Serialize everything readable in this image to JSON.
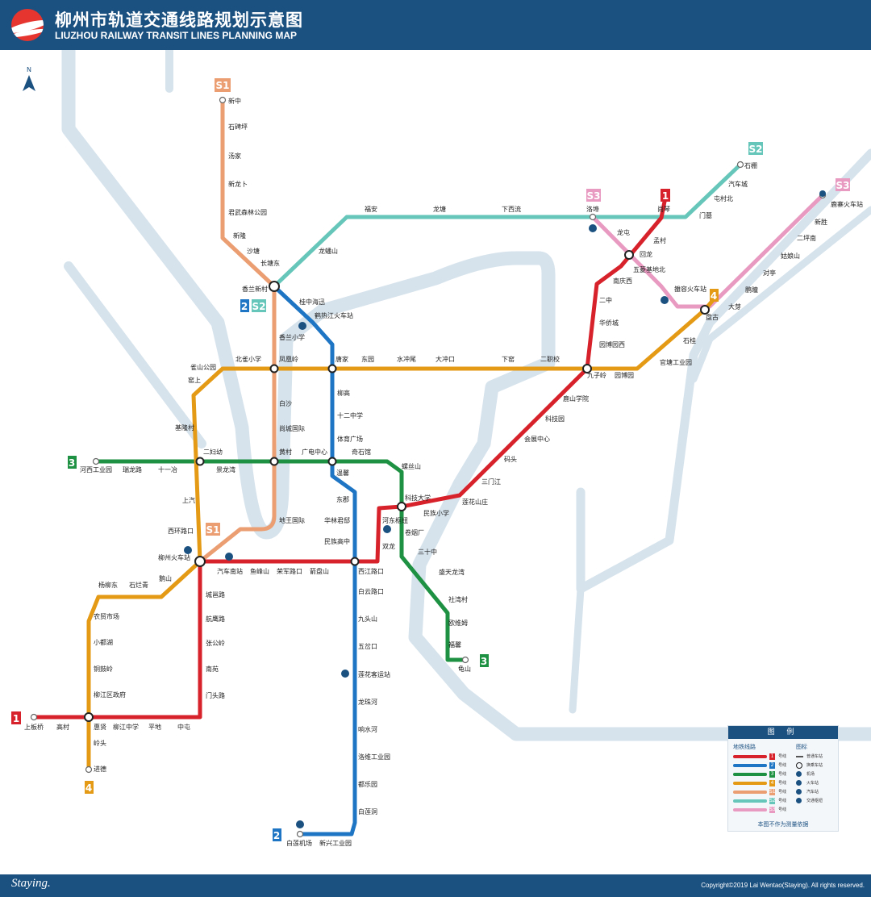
{
  "header": {
    "title_zh": "柳州市轨道交通线路规划示意图",
    "title_en": "LIUZHOU RAILWAY TRANSIT LINES PLANNING MAP"
  },
  "footer": {
    "signature": "Staying.",
    "copyright": "Copyright©2019 Lai Wentao(Staying). All rights reserved."
  },
  "north_label": "N",
  "colors": {
    "header_bg": "#1b5181",
    "river": "#d6e3ec",
    "line1": "#d8222b",
    "line2": "#1d75c3",
    "line3": "#1e9142",
    "line4": "#e49a15",
    "lineS1": "#eb9e72",
    "lineS2": "#66c6b9",
    "lineS3": "#e99ac1"
  },
  "line_badges": {
    "l1": "1",
    "l2": "2",
    "l3": "3",
    "l4": "4",
    "s1": "S1",
    "s2": "S2",
    "s3": "S3"
  },
  "stations": {
    "xinzhong": "新中",
    "shibeiping": "石碑坪",
    "tangjia": "汤家",
    "xinlongbu": "新龙卜",
    "junwu": "君武森林公园",
    "xinlong": "新隆",
    "shatang": "沙塘",
    "changtangdong": "长塘东",
    "xianglan": "香兰新村",
    "guizhong": "桂中海迅",
    "hechizhan": "鹤热江火车站",
    "xianglanxx": "香兰小学",
    "fuan": "福安",
    "longtang": "龙塘",
    "xiaxiliu": "下西流",
    "luobu": "洛埠",
    "shangqin": "尚琴",
    "shipeng": "石棚",
    "qichecheng": "汽车城",
    "tuncunbei": "屯村北",
    "menmu": "门墓",
    "longpanshan": "龙蟠山",
    "longtun": "龙屯",
    "mengcun": "孟村",
    "huilong": "回龙",
    "wujiangjd": "五菱基地北",
    "luzhaizhan": "鹿寨火车站",
    "xinsheng": "新胜",
    "erpingnan": "二坪南",
    "guniangshan": "姑娘山",
    "duiting": "对亭",
    "pengmeng": "鹏瞳",
    "dayu": "大芽",
    "yongrongzhan": "雒容火车站",
    "pangu": "盘古",
    "shigui": "石桂",
    "nanqingxi": "南庆西",
    "erzhong": "二中",
    "huaqiaocheng": "华侨城",
    "yuanboyuan": "园博园西",
    "queshan": "雀山公园",
    "beiquexx": "北雀小学",
    "fenghuangling": "凤凰岭",
    "tangjia2": "唐家",
    "dongyuan": "东园",
    "shuichongwei": "水冲尾",
    "dachongkou": "大冲口",
    "xiayao": "下窑",
    "erzhixiao": "二职校",
    "jiuziling": "九子岭",
    "yuanbo": "园博园",
    "guandu": "官塘工业园",
    "shangjie": "窑上",
    "jilongcun": "基隆村",
    "baisha": "白沙",
    "shangcheng": "尚城国际",
    "liugao": "柳高",
    "shierzhong": "十二中学",
    "tiyuguangchang": "体育广场",
    "luxueyuan": "鹿山学院",
    "kejiyuan": "科技园",
    "huizhan": "会展中心",
    "matou": "码头",
    "sanmenjiang": "三门江",
    "lianhuashan": "莲花山庄",
    "hexigy": "河西工业园",
    "ruilong": "瑞龙路",
    "shiyizhi": "十一冶",
    "erfuyou": "二妇幼",
    "jinglongwan": "景龙湾",
    "huangcun": "黄村",
    "guangdian": "广电中心",
    "qishiguan": "奇石馆",
    "luosishan": "螺丝山",
    "wenxin": "温馨",
    "dongdu": "东郡",
    "hualinjunyuan": "华林君邸",
    "minzugaozhong": "民族高中",
    "kejidaxue": "科技大学",
    "minzuxiaoxue": "民族小学",
    "hedongshuniu": "河东枢纽",
    "juanyanchang": "卷烟厂",
    "shuanglong": "双龙",
    "sanshizhong": "三十中",
    "shengtianlongwan": "盛天龙湾",
    "shewancun": "社湾村",
    "ouweimu": "欧维姆",
    "fuxing": "福馨",
    "guishan": "龟山",
    "shanqi": "上汽",
    "xihuanlukou": "西环路口",
    "liuzhouzhan": "柳州火车站",
    "diwang": "地王国际",
    "qichenanzhan": "汽车南站",
    "yufengshan": "鱼峰山",
    "rongjunlukou": "荣军路口",
    "jianpanshan": "箭盘山",
    "xijianglukou": "西江路口",
    "yangliudong": "杨柳东",
    "shizhuqing": "石烂青",
    "quashan": "鹅山",
    "chengzhonglu": "城邕路",
    "hangying": "航鹰路",
    "zhanggongling": "张公岭",
    "nanyuan": "南苑",
    "mendoulu": "门头路",
    "nongmaoshichang": "农贸市场",
    "xiaodouhu": "小都湖",
    "tongguling": "铜鼓岭",
    "liujiangzhengfu": "柳江区政府",
    "shangbanqiao": "上板桥",
    "gaocun": "高村",
    "huixian": "惠贤",
    "liujiangzhongxue": "柳江中学",
    "pingdi": "平地",
    "zhongtun": "中屯",
    "lingtou": "岭头",
    "jinde": "进德",
    "baiyunlukou": "白云路口",
    "jiutoushan": "九头山",
    "wuchakou": "五岔口",
    "lianhuakeyun": "莲花客运站",
    "longzhuhe": "龙珠河",
    "xiangshuihe": "响水河",
    "luoweigy": "洛维工业园",
    "duleyuan": "都乐园",
    "bailiandong": "白莲洞",
    "bailianjichang": "白莲机场",
    "xinxinggy": "新兴工业园"
  },
  "legend": {
    "title": "图 例",
    "lines_header": "地铁线路",
    "icons_header": "图标",
    "rows": [
      {
        "badge": "1",
        "text": "号线",
        "color": "#d8222b"
      },
      {
        "badge": "2",
        "text": "号线",
        "color": "#1d75c3"
      },
      {
        "badge": "3",
        "text": "号线",
        "color": "#1e9142"
      },
      {
        "badge": "4",
        "text": "号线",
        "color": "#e49a15"
      },
      {
        "badge": "S1",
        "text": "号线",
        "color": "#eb9e72"
      },
      {
        "badge": "S2",
        "text": "号线",
        "color": "#66c6b9"
      },
      {
        "badge": "S3",
        "text": "号线",
        "color": "#e99ac1"
      }
    ],
    "icons": [
      {
        "name": "普通车站",
        "icon": "station-dot-icon"
      },
      {
        "name": "换乘车站",
        "icon": "transfer-circle-icon"
      },
      {
        "name": "机场",
        "icon": "airport-icon"
      },
      {
        "name": "火车站",
        "icon": "train-icon"
      },
      {
        "name": "汽车站",
        "icon": "bus-icon"
      },
      {
        "name": "交通枢纽",
        "icon": "hub-icon"
      }
    ],
    "note": "本图不作为测量依据"
  }
}
